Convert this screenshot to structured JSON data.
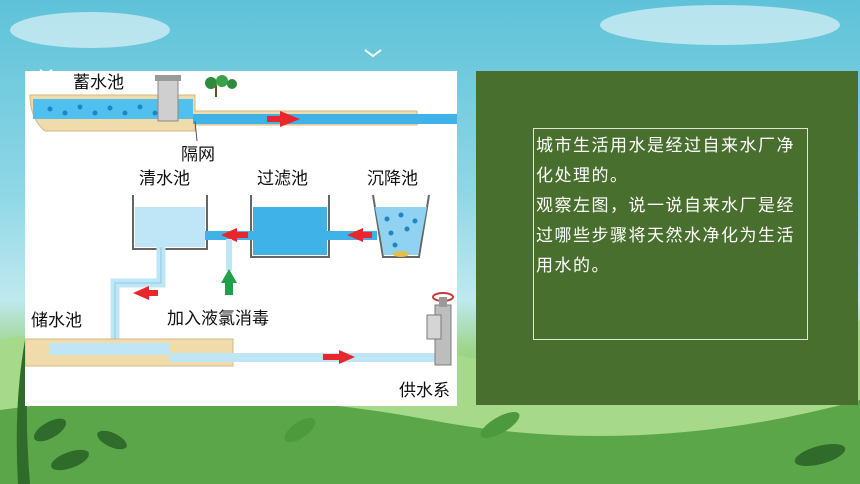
{
  "diagram": {
    "labels": {
      "reservoir": "蓄水池",
      "screen": "隔网",
      "clear_tank": "清水池",
      "filter_tank": "过滤池",
      "settling_tank": "沉降池",
      "storage_tank": "储水池",
      "add_chlorine": "加入液氯消毒",
      "supply": "供水系"
    }
  },
  "text_card": {
    "paragraph_1": "城市生活用水是经过自来水厂净化处理的。",
    "paragraph_2": "观察左图，说一说自来水厂是经过哪些步骤将天然水净化为生活用水的。"
  },
  "colors": {
    "card_green": "#486f2e",
    "water_blue": "#3fb2e8",
    "arrow_red": "#e8262b",
    "arrow_green": "#1fa14a",
    "sand": "#efdcaa"
  }
}
